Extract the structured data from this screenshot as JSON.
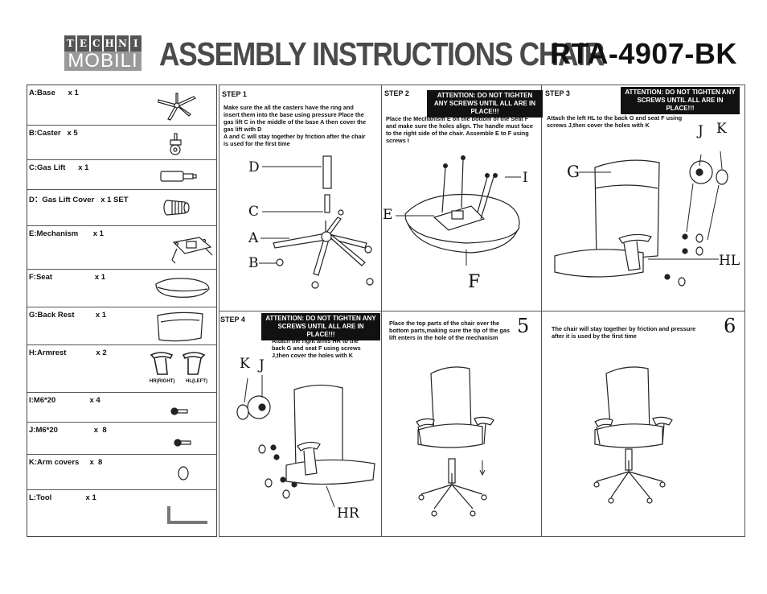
{
  "header": {
    "logo_top": [
      "T",
      "E",
      "C",
      "H",
      "N",
      "I"
    ],
    "logo_bottom": "MOBILI",
    "title": "ASSEMBLY INSTRUCTIONS CHAIR",
    "model": "RTA-4907-BK"
  },
  "parts": [
    {
      "label": "A:Base      x 1",
      "icon": "base-icon"
    },
    {
      "label": "B:Caster   x 5",
      "icon": "caster-icon"
    },
    {
      "label": "C:Gas Lift      x 1",
      "icon": "gas-lift-icon"
    },
    {
      "label": "D：Gas Lift Cover   x 1 SET",
      "icon": "gas-lift-cover-icon"
    },
    {
      "label": "E:Mechanism       x 1",
      "icon": "mechanism-icon"
    },
    {
      "label": "F:Seat                    x 1",
      "icon": "seat-icon"
    },
    {
      "label": "G:Back Rest          x 1",
      "icon": "back-rest-icon"
    },
    {
      "label": "H:Armrest              x 2",
      "icon": "armrest-icon"
    },
    {
      "label": "I:M6*20                x 4",
      "icon": "bolt-icon"
    },
    {
      "label": "J:M6*20                 x  8",
      "icon": "bolt-icon"
    },
    {
      "label": "K:Arm covers     x  8",
      "icon": "arm-cover-icon"
    },
    {
      "label": "L:Tool                x 1",
      "icon": "allen-key-icon"
    }
  ],
  "armrest_labels": {
    "right": "HR(RIGHT)",
    "left": "HL(LEFT)"
  },
  "steps": {
    "step1": {
      "label": "STEP 1",
      "text": "Make sure the all the casters have the ring and insert them into the base using pressure Place the gas lift C in the middle of the base A then cover the gas lift with D\nA and C will stay together by friction after the chair is used for the first time",
      "letters": [
        "D",
        "C",
        "A",
        "B"
      ]
    },
    "step2": {
      "label": "STEP 2",
      "attention": "ATTENTION: DO NOT TIGHTEN ANY SCREWS UNTIL ALL ARE IN PLACE!!!",
      "text": "Place the Mechanism E on the bottom of the Seat F and make sure the holes align. The handle must face to the right side of the chair. Assemble E to F using screws I",
      "letters": [
        "I",
        "E",
        "F"
      ]
    },
    "step3": {
      "label": "STEP 3",
      "attention": "ATTENTION: DO NOT TIGHTEN ANY SCREWS UNTIL ALL ARE IN PLACE!!!",
      "text": "Attach the left HL to the back G and seat F using screws J,then cover the holes with K",
      "letters": [
        "J",
        "K",
        "G",
        "HL"
      ]
    },
    "step4": {
      "label": "STEP 4",
      "attention": "ATTENTION: DO NOT TIGHTEN ANY SCREWS UNTIL ALL ARE IN PLACE!!!",
      "text": "Attach the right arms HR to the back G and seat F using screws J,then cover the holes with K",
      "letters": [
        "K",
        "J",
        "HR"
      ]
    },
    "step5": {
      "number": "5",
      "text": "Place the top parts of the chair over the bottom parts,making sure the tip of the gas lift enters in the hole of the mechanism"
    },
    "step6": {
      "number": "6",
      "text": "The chair will stay together by friction and pressure after it is used by the first time"
    }
  }
}
